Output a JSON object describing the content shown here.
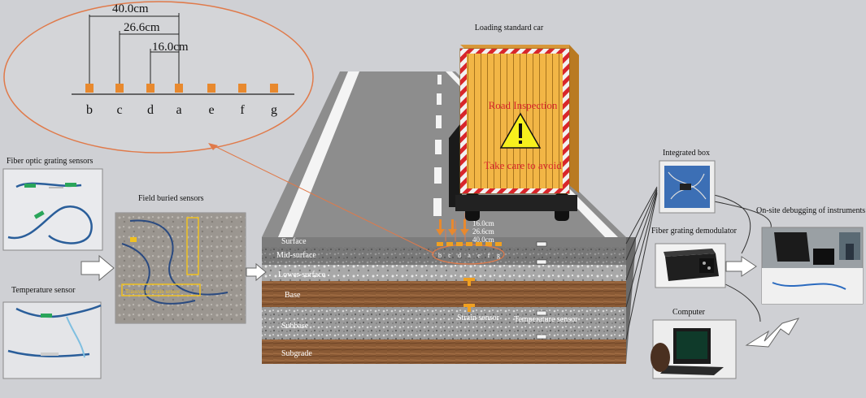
{
  "title": "Loading standard car",
  "zoom": {
    "dims": [
      "40.0cm",
      "26.6cm",
      "16.0cm"
    ],
    "labels": [
      "b",
      "c",
      "d",
      "a",
      "e",
      "f",
      "g"
    ]
  },
  "truck": {
    "text1": "Road Inspection",
    "text2": "Take care to avoid"
  },
  "left": {
    "fiber_label": "Fiber optic grating sensors",
    "temp_label": "Temperature sensor",
    "field_label": "Field buried sensors",
    "transverse": "Transverse strain sensor"
  },
  "layers": [
    "Surface",
    "Mid-surface",
    "Lower-surface",
    "Base",
    "Subbase",
    "Subgrade"
  ],
  "road": {
    "dims": [
      "16.0cm",
      "26.6cm",
      "40.0cm"
    ],
    "labels": [
      "b",
      "c",
      "d",
      "a",
      "e",
      "f",
      "g"
    ],
    "strain": "Strain sensor",
    "temp": "Temperature sensor"
  },
  "right": {
    "box": "Integrated box",
    "demod": "Fiber grating demodulator",
    "computer": "Computer",
    "onsite": "On-site debugging of instruments"
  },
  "colors": {
    "sensor": "#e8892e",
    "road": "#8d8d8d",
    "line": "#e07a4a",
    "truck": "#f2b646"
  }
}
